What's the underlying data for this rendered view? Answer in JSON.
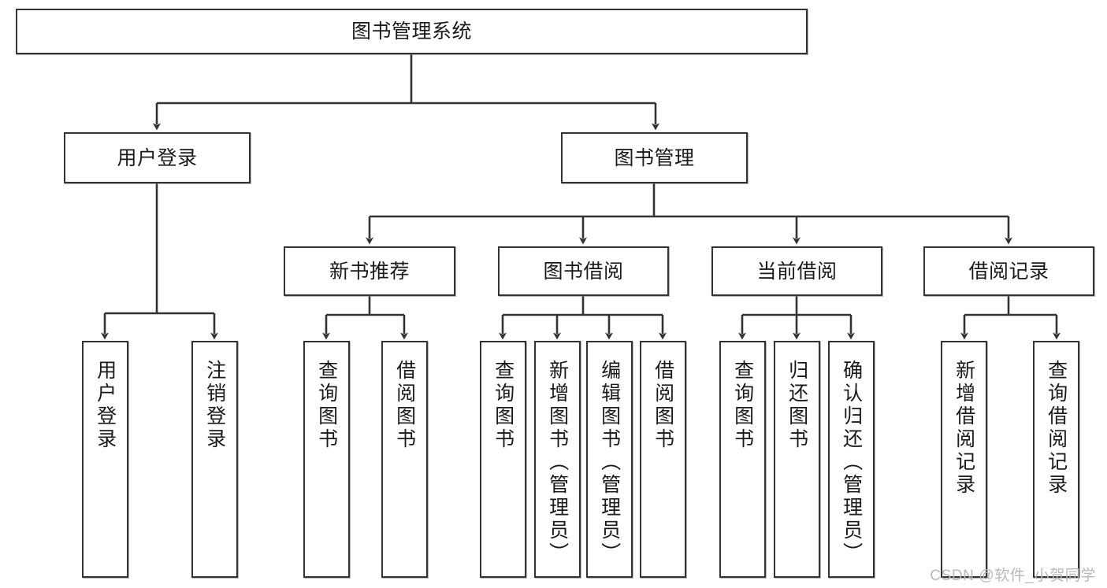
{
  "diagram": {
    "type": "tree-hierarchy-chart",
    "title_node": "图书管理系统",
    "watermark": "CSDN @软件_小贺同学",
    "colors": {
      "box_border": "#333333",
      "box_fill": "#ffffff",
      "connector": "#333333",
      "text": "#1a1a1a",
      "watermark": "#b9b9b9"
    },
    "nodes": {
      "root": {
        "label": "图书管理系统"
      },
      "level1": [
        {
          "label": "用户登录"
        },
        {
          "label": "图书管理"
        }
      ],
      "level2": [
        {
          "label": "新书推荐"
        },
        {
          "label": "图书借阅"
        },
        {
          "label": "当前借阅"
        },
        {
          "label": "借阅记录"
        }
      ],
      "leaves_user_login": [
        {
          "label": "用户登录"
        },
        {
          "label": "注销登录"
        }
      ],
      "leaves_new_book": [
        {
          "label": "查询图书"
        },
        {
          "label": "借阅图书"
        }
      ],
      "leaves_borrow": [
        {
          "label": "查询图书"
        },
        {
          "label": "新增图书（管理员）"
        },
        {
          "label": "编辑图书（管理员）"
        },
        {
          "label": "借阅图书"
        }
      ],
      "leaves_current": [
        {
          "label": "查询图书"
        },
        {
          "label": "归还图书"
        },
        {
          "label": "确认归还（管理员）"
        }
      ],
      "leaves_record": [
        {
          "label": "新增借阅记录"
        },
        {
          "label": "查询借阅记录"
        }
      ]
    }
  }
}
